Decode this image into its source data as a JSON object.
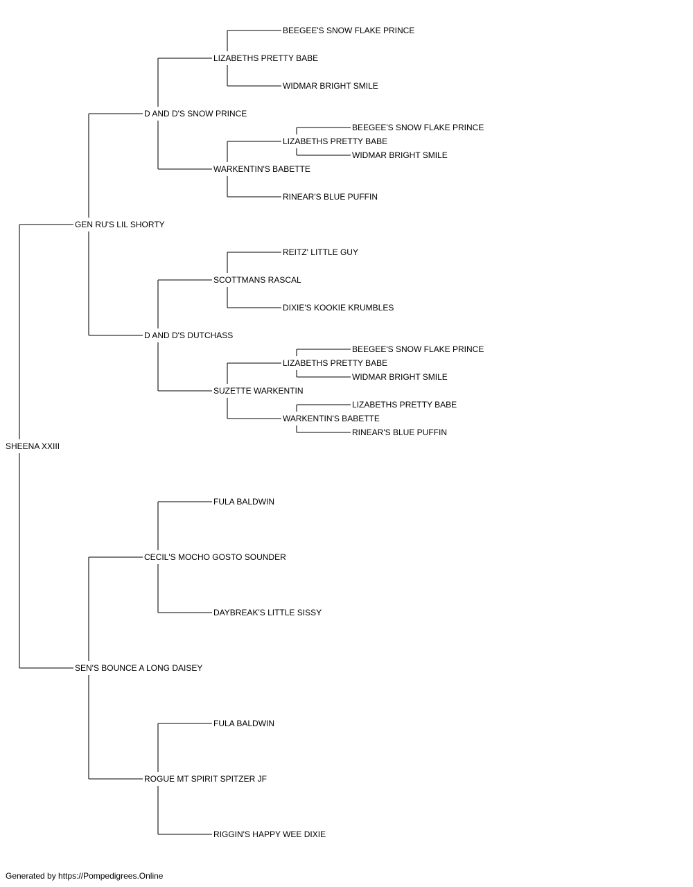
{
  "pedigree": {
    "name": "SHEENA XXIII",
    "sire": {
      "name": "GEN RU'S LIL SHORTY",
      "sire": {
        "name": "D AND D'S SNOW PRINCE",
        "sire": {
          "name": "LIZABETHS PRETTY BABE",
          "sire": {
            "name": "BEEGEE'S SNOW FLAKE PRINCE"
          },
          "dam": {
            "name": "WIDMAR BRIGHT SMILE"
          }
        },
        "dam": {
          "name": "WARKENTIN'S BABETTE",
          "sire": {
            "name": "LIZABETHS PRETTY BABE",
            "sire": {
              "name": "BEEGEE'S SNOW FLAKE PRINCE"
            },
            "dam": {
              "name": "WIDMAR BRIGHT SMILE"
            }
          },
          "dam": {
            "name": "RINEAR'S BLUE PUFFIN"
          }
        }
      },
      "dam": {
        "name": "D AND D'S DUTCHASS",
        "sire": {
          "name": "SCOTTMANS RASCAL",
          "sire": {
            "name": "REITZ' LITTLE GUY"
          },
          "dam": {
            "name": "DIXIE'S KOOKIE KRUMBLES"
          }
        },
        "dam": {
          "name": "SUZETTE WARKENTIN",
          "sire": {
            "name": "LIZABETHS PRETTY BABE",
            "sire": {
              "name": "BEEGEE'S SNOW FLAKE PRINCE"
            },
            "dam": {
              "name": "WIDMAR BRIGHT SMILE"
            }
          },
          "dam": {
            "name": "WARKENTIN'S BABETTE",
            "sire": {
              "name": "LIZABETHS PRETTY BABE"
            },
            "dam": {
              "name": "RINEAR'S BLUE PUFFIN"
            }
          }
        }
      }
    },
    "dam": {
      "name": "SEN'S BOUNCE A LONG DAISEY",
      "sire": {
        "name": "CECIL'S MOCHO GOSTO SOUNDER",
        "sire": {
          "name": "FULA BALDWIN"
        },
        "dam": {
          "name": "DAYBREAK'S LITTLE SISSY"
        }
      },
      "dam": {
        "name": "ROGUE MT SPIRIT SPITZER JF",
        "sire": {
          "name": "FULA BALDWIN"
        },
        "dam": {
          "name": "RIGGIN'S HAPPY WEE DIXIE"
        }
      }
    }
  },
  "footer": "Generated by https://Pompedigrees.Online",
  "colors": {
    "line": "#333333",
    "text": "#000000",
    "background": "#ffffff"
  }
}
